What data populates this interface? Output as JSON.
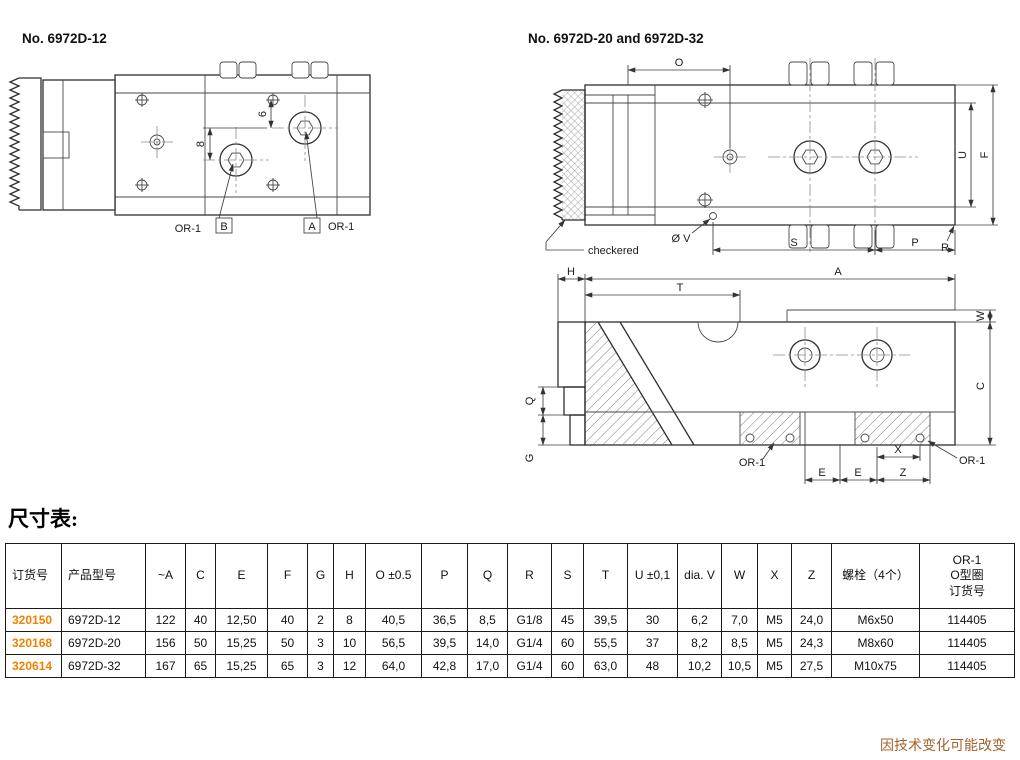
{
  "page": {
    "table_title": "尺寸表:",
    "footer_note": "因技术变化可能改变"
  },
  "colors": {
    "order_accent": "#EF8200",
    "footer_color": "#A5622D"
  },
  "drawing_left": {
    "title": "No. 6972D-12",
    "dim_8": "8",
    "dim_6": "6",
    "or1_left": "OR-1",
    "box_b": "B",
    "box_a": "A",
    "or1_right": "OR-1"
  },
  "drawing_right": {
    "title": "No. 6972D-20 and 6972D-32",
    "top_view": {
      "dim_o": "O",
      "dim_u": "U",
      "dim_f": "F",
      "dim_r": "R",
      "dim_v": "Ø V",
      "dim_s": "S",
      "dim_p": "P",
      "checkered_note": "checkered"
    },
    "side_view": {
      "dim_h": "H",
      "dim_a": "A",
      "dim_t": "T",
      "dim_w": "W",
      "dim_c": "C",
      "dim_q": "Q",
      "dim_g": "G",
      "or1_left": "OR-1",
      "or1_right": "OR-1",
      "dim_x": "X",
      "dim_e1": "E",
      "dim_e2": "E",
      "dim_z": "Z"
    }
  },
  "table": {
    "headers": [
      "订货号",
      "产品型号",
      "~A",
      "C",
      "E",
      "F",
      "G",
      "H",
      "O ±0.5",
      "P",
      "Q",
      "R",
      "S",
      "T",
      "U ±0,1",
      "dia. V",
      "W",
      "X",
      "Z",
      "螺栓（4个）",
      "OR-1\nO型圈\n订货号"
    ],
    "rows": [
      {
        "order_no": "320150",
        "cells": [
          "6972D-12",
          "122",
          "40",
          "12,50",
          "40",
          "2",
          "8",
          "40,5",
          "36,5",
          "8,5",
          "G1/8",
          "45",
          "39,5",
          "30",
          "6,2",
          "7,0",
          "M5",
          "24,0",
          "M6x50",
          "114405"
        ]
      },
      {
        "order_no": "320168",
        "cells": [
          "6972D-20",
          "156",
          "50",
          "15,25",
          "50",
          "3",
          "10",
          "56,5",
          "39,5",
          "14,0",
          "G1/4",
          "60",
          "55,5",
          "37",
          "8,2",
          "8,5",
          "M5",
          "24,3",
          "M8x60",
          "114405"
        ]
      },
      {
        "order_no": "320614",
        "cells": [
          "6972D-32",
          "167",
          "65",
          "15,25",
          "65",
          "3",
          "12",
          "64,0",
          "42,8",
          "17,0",
          "G1/4",
          "60",
          "63,0",
          "48",
          "10,2",
          "10,5",
          "M5",
          "27,5",
          "M10x75",
          "114405"
        ]
      }
    ]
  }
}
